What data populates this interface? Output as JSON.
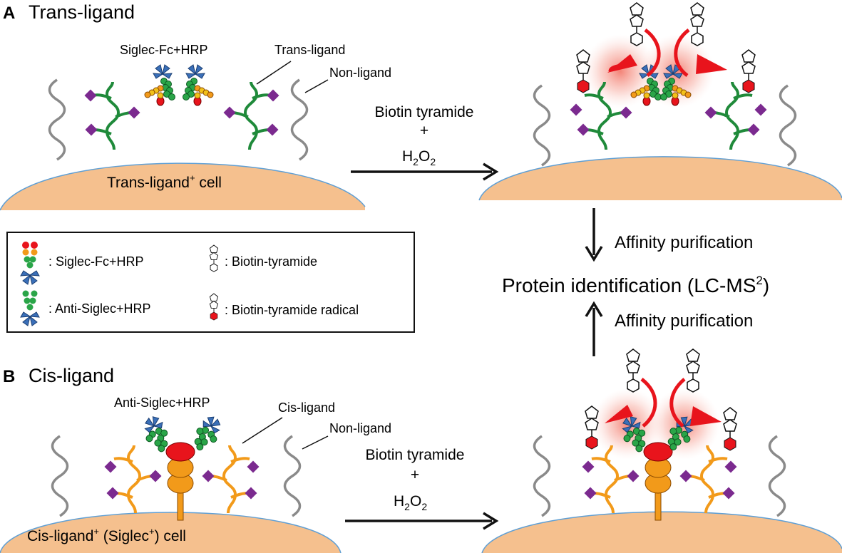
{
  "panel_a": {
    "letter": "A",
    "title": "Trans-ligand",
    "probe_label": "Siglec-Fc+HRP",
    "ligand_label": "Trans-ligand",
    "nonligand_label": "Non-ligand",
    "cell_label": "Trans-ligand",
    "cell_label_sup": "+",
    "cell_label_suffix": " cell",
    "reaction_line1": "Biotin tyramide",
    "reaction_plus": "+",
    "reaction_h": "H",
    "reaction_sub1": "2",
    "reaction_o": "O",
    "reaction_sub2": "2"
  },
  "panel_b": {
    "letter": "B",
    "title": "Cis-ligand",
    "probe_label": "Anti-Siglec+HRP",
    "ligand_label": "Cis-ligand",
    "nonligand_label": "Non-ligand",
    "cell_label": "Cis-ligand",
    "cell_label_sup": "+",
    "cell_label_mid": " (Siglec",
    "cell_label_sup2": "+",
    "cell_label_suffix": ") cell",
    "reaction_line1": "Biotin tyramide",
    "reaction_plus": "+",
    "reaction_h": "H",
    "reaction_sub1": "2",
    "reaction_o": "O",
    "reaction_sub2": "2"
  },
  "center": {
    "affinity_top": "Affinity purification",
    "affinity_bottom": "Affinity purification",
    "protein_id": "Protein identification (LC-MS",
    "protein_id_sup": "2",
    "protein_id_close": ")"
  },
  "legend": {
    "siglec_fc": ": Siglec-Fc+HRP",
    "anti_siglec": ": Anti-Siglec+HRP",
    "biotin_tyramide": ": Biotin-tyramide",
    "biotin_radical": ": Biotin-tyramide radical"
  },
  "colors": {
    "cell": "#f5c08e",
    "cell_edge": "#5f9fd4",
    "trans_ligand": "#1f8a3a",
    "cis_ligand": "#f29a1a",
    "sialic": "#7b2a8f",
    "nonligand": "#8a8a8a",
    "siglec_red": "#e8141c",
    "siglec_orange": "#f29a1a",
    "fc_green": "#2aa548",
    "hrp_blue": "#3a6fb8",
    "radical": "#e8141c",
    "arrow_red": "#e8141c"
  }
}
